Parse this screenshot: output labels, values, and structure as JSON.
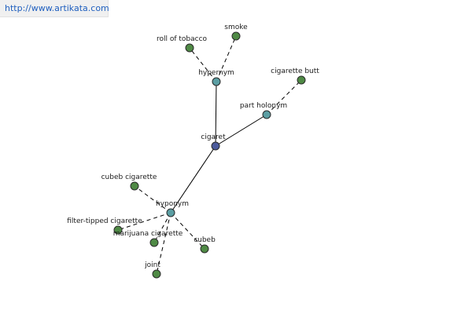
{
  "header": {
    "source_url": "http://www.artikata.com"
  },
  "colors": {
    "center_node": "#4b5a9c",
    "relation_node": "#5b9ea3",
    "leaf_node": "#4f8a45"
  },
  "graph": {
    "nodes": [
      {
        "id": "cigaret",
        "label": "cigaret",
        "role": "center"
      },
      {
        "id": "hypernym",
        "label": "hypernym",
        "role": "relation"
      },
      {
        "id": "part-holonym",
        "label": "part holonym",
        "role": "relation"
      },
      {
        "id": "hyponym",
        "label": "hyponym",
        "role": "relation"
      },
      {
        "id": "roll-of-tobacco",
        "label": "roll of tobacco",
        "role": "leaf"
      },
      {
        "id": "smoke",
        "label": "smoke",
        "role": "leaf"
      },
      {
        "id": "cigarette-butt",
        "label": "cigarette butt",
        "role": "leaf"
      },
      {
        "id": "cubeb-cigarette",
        "label": "cubeb cigarette",
        "role": "leaf"
      },
      {
        "id": "filter-tipped-cigarette",
        "label": "filter-tipped cigarette",
        "role": "leaf"
      },
      {
        "id": "marijuana-cigarette",
        "label": "marijuana cigarette",
        "role": "leaf"
      },
      {
        "id": "cubeb",
        "label": "cubeb",
        "role": "leaf"
      },
      {
        "id": "joint",
        "label": "joint",
        "role": "leaf"
      }
    ],
    "edges": [
      {
        "from": "cigaret",
        "to": "hypernym",
        "style": "solid"
      },
      {
        "from": "cigaret",
        "to": "part-holonym",
        "style": "solid"
      },
      {
        "from": "cigaret",
        "to": "hyponym",
        "style": "solid"
      },
      {
        "from": "hypernym",
        "to": "roll-of-tobacco",
        "style": "dashed"
      },
      {
        "from": "hypernym",
        "to": "smoke",
        "style": "dashed"
      },
      {
        "from": "part-holonym",
        "to": "cigarette-butt",
        "style": "dashed"
      },
      {
        "from": "hyponym",
        "to": "cubeb-cigarette",
        "style": "dashed"
      },
      {
        "from": "hyponym",
        "to": "filter-tipped-cigarette",
        "style": "dashed"
      },
      {
        "from": "hyponym",
        "to": "marijuana-cigarette",
        "style": "dashed"
      },
      {
        "from": "hyponym",
        "to": "cubeb",
        "style": "dashed"
      },
      {
        "from": "hyponym",
        "to": "joint",
        "style": "dashed"
      }
    ]
  }
}
